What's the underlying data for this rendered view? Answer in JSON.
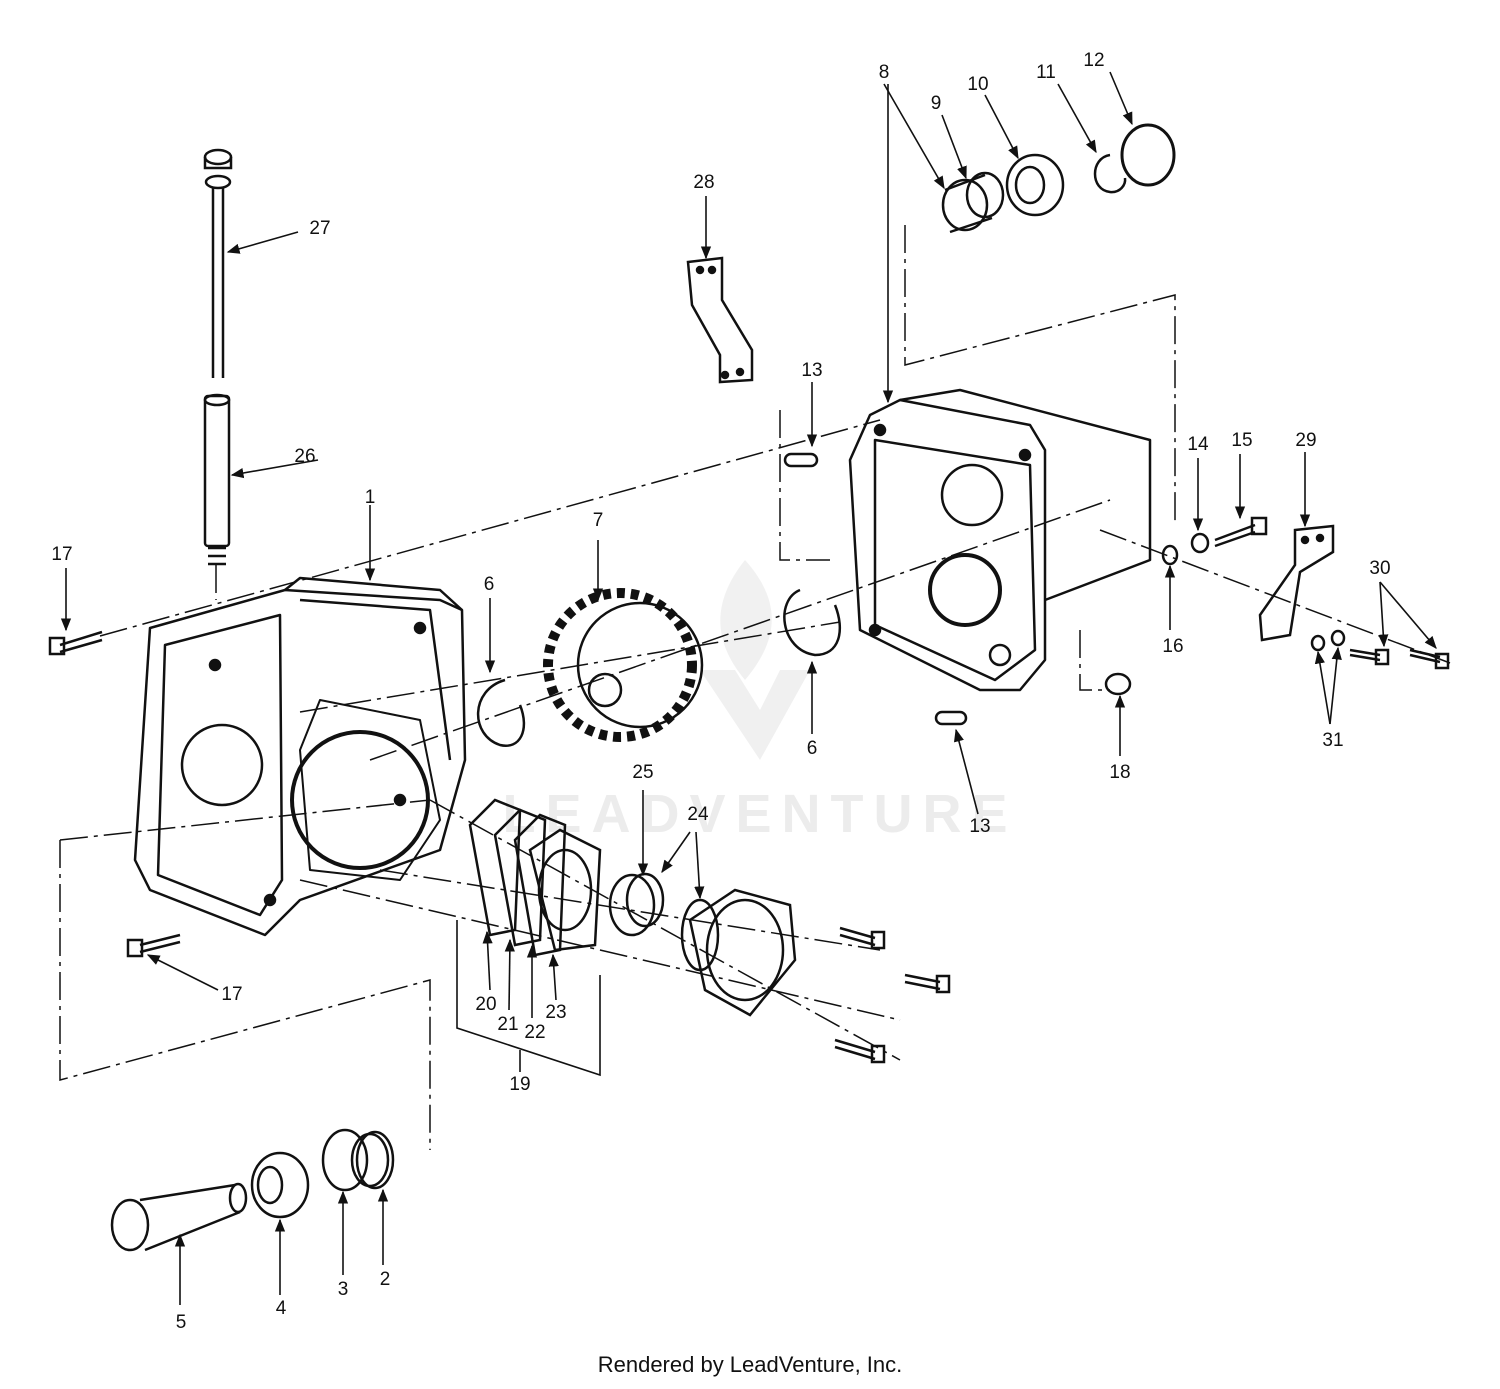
{
  "callouts": [
    {
      "id": "1",
      "label": "1"
    },
    {
      "id": "2",
      "label": "2"
    },
    {
      "id": "3",
      "label": "3"
    },
    {
      "id": "4",
      "label": "4"
    },
    {
      "id": "5",
      "label": "5"
    },
    {
      "id": "6a",
      "label": "6"
    },
    {
      "id": "6b",
      "label": "6"
    },
    {
      "id": "7",
      "label": "7"
    },
    {
      "id": "8",
      "label": "8"
    },
    {
      "id": "9",
      "label": "9"
    },
    {
      "id": "10",
      "label": "10"
    },
    {
      "id": "11",
      "label": "11"
    },
    {
      "id": "12",
      "label": "12"
    },
    {
      "id": "13a",
      "label": "13"
    },
    {
      "id": "13b",
      "label": "13"
    },
    {
      "id": "14",
      "label": "14"
    },
    {
      "id": "15",
      "label": "15"
    },
    {
      "id": "16",
      "label": "16"
    },
    {
      "id": "17a",
      "label": "17"
    },
    {
      "id": "17b",
      "label": "17"
    },
    {
      "id": "18",
      "label": "18"
    },
    {
      "id": "19",
      "label": "19"
    },
    {
      "id": "20",
      "label": "20"
    },
    {
      "id": "21",
      "label": "21"
    },
    {
      "id": "22",
      "label": "22"
    },
    {
      "id": "23",
      "label": "23"
    },
    {
      "id": "24",
      "label": "24"
    },
    {
      "id": "25",
      "label": "25"
    },
    {
      "id": "26",
      "label": "26"
    },
    {
      "id": "27",
      "label": "27"
    },
    {
      "id": "28",
      "label": "28"
    },
    {
      "id": "29",
      "label": "29"
    },
    {
      "id": "30",
      "label": "30"
    },
    {
      "id": "31",
      "label": "31"
    }
  ],
  "watermark": "LEADVENTURE",
  "footer": "Rendered by LeadVenture, Inc."
}
